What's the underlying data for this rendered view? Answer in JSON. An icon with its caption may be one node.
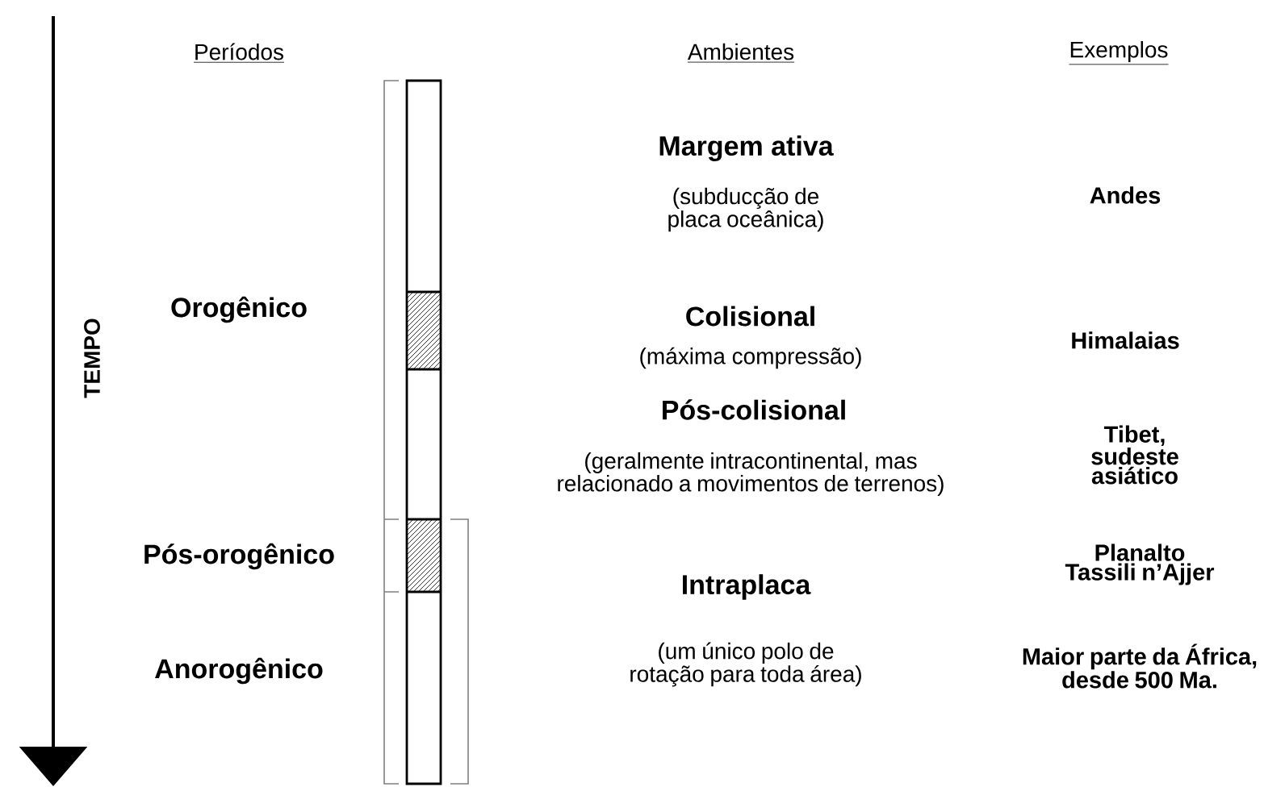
{
  "diagram": {
    "labels": [
      "Períodos",
      "Ambientes",
      "Exemplos",
      "TEMPO",
      "Margem ativa",
      "(subducção de placa oceânica)",
      "Andes",
      "Orogênico",
      "Colisional",
      "(máxima compressão)",
      "Himalaias",
      "Pós-colisional",
      "(geralmente intracontinental, mas relacionado a movimentos de terrenos)",
      "Tibet, sudeste asiático",
      "Pós-orogênico",
      "Planalto Tassili n’Ajjer",
      "Intraplaca",
      "(um único polo de rotação para toda área)",
      "Anorogênico",
      "Maior parte da África, desde 500 Ma."
    ]
  }
}
